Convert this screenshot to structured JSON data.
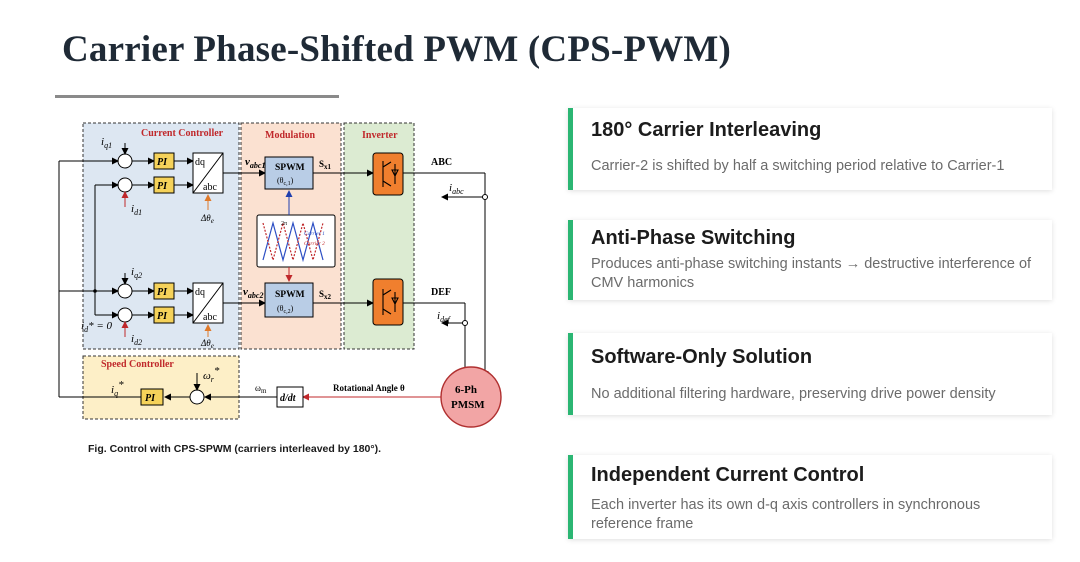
{
  "title": "Carrier Phase-Shifted PWM (CPS-PWM)",
  "figure": {
    "caption": "Fig. Control with CPS-SPWM (carriers interleaved by 180°).",
    "labels": {
      "current_controller": "Current Controller",
      "modulation": "Modulation",
      "inverter": "Inverter",
      "speed_controller": "Speed Controller",
      "pi": "PI",
      "dq": "dq",
      "abc": "abc",
      "iq1": "i",
      "iq1_sub": "q1",
      "id1": "i",
      "id1_sub": "d1",
      "iq2": "i",
      "iq2_sub": "q2",
      "id2": "i",
      "id2_sub": "d2",
      "id_star": "i",
      "id_star_sub": "d",
      "id_star_eq": "= 0",
      "delta_theta1": "Δθ",
      "delta_theta1_sub": "e",
      "delta_theta2": "Δθ",
      "delta_theta2_sub": "e",
      "v_abc1": "v",
      "v_abc1_sub": "abc1",
      "v_abc2": "v",
      "v_abc2_sub": "abc2",
      "spwm": "SPWM",
      "theta_c1": "(θ",
      "theta_c1_sub": "c,1",
      "theta_c2": "(θ",
      "theta_c2_sub": "c,2",
      "sx1": "S",
      "sx1_sub": "x1",
      "sx2": "S",
      "sx2_sub": "x2",
      "two_pi": "2π",
      "carrier1": "Carrier 1",
      "carrier2": "Carrier 2",
      "abc_out": "ABC",
      "def_out": "DEF",
      "i_abc": "i",
      "i_abc_sub": "abc",
      "i_def": "i",
      "i_def_sub": "def",
      "omega_r": "ω",
      "omega_r_sub": "r",
      "iq_star": "i",
      "iq_star_sub": "q",
      "omega_m": "ω",
      "omega_m_sub": "m",
      "ddt": "d/dt",
      "rot_angle": "Rotational Angle θ",
      "pmsm_line1": "6-Ph",
      "pmsm_line2": "PMSM"
    },
    "colors": {
      "current_bg": "#dde7f2",
      "modulation_bg": "#fbe1d1",
      "inverter_bg": "#dcebd2",
      "speed_bg": "#fdefc7",
      "pi_block": "#f5d25a",
      "spwm_block": "#b9cde6",
      "switch_block": "#f07f2e",
      "pmsm": "#f2a5a5",
      "red_label": "#c0282b"
    }
  },
  "cards": [
    {
      "title": "180° Carrier Interleaving",
      "text": "Carrier-2 is shifted by half a switching period relative to Carrier-1"
    },
    {
      "title": "Anti-Phase Switching",
      "text": "Produces anti-phase switching instants → destructive interference of CMV harmonics"
    },
    {
      "title": "Software-Only Solution",
      "text": "No additional filtering hardware, preserving drive power density"
    },
    {
      "title": "Independent Current Control",
      "text": "Each inverter has its own d-q axis controllers in synchronous reference frame"
    }
  ],
  "accent_color": "#2bb673"
}
